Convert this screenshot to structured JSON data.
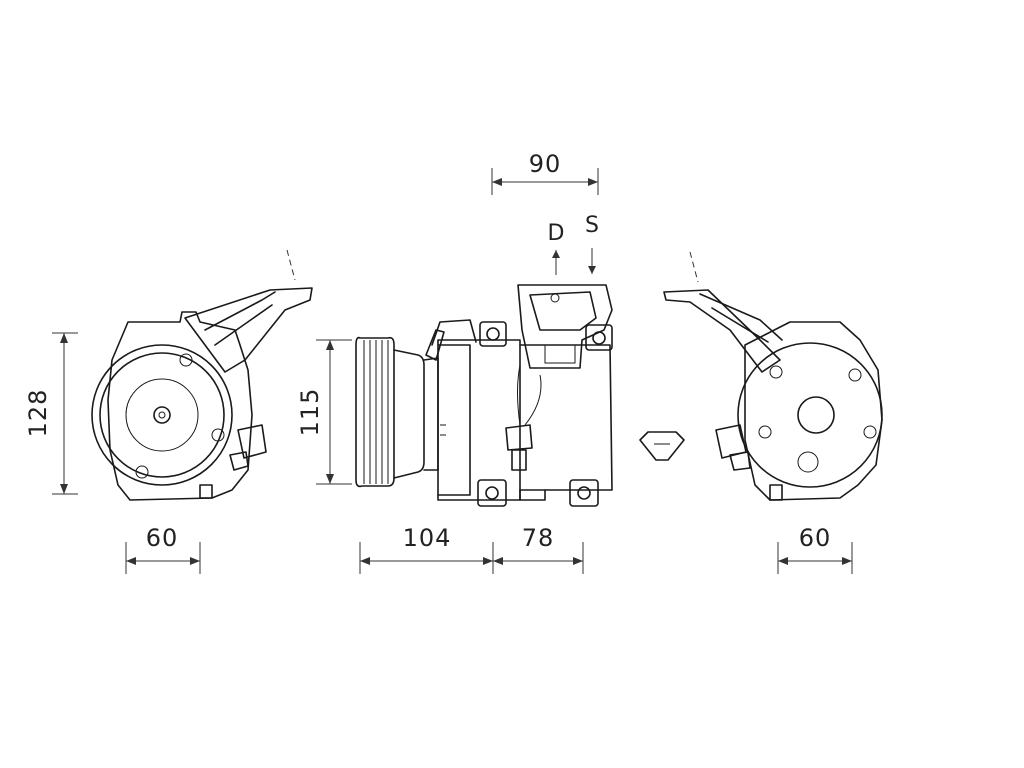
{
  "dimensions": {
    "top_width": "90",
    "left_height": "128",
    "center_height": "115",
    "left_width": "60",
    "center_width_a": "104",
    "center_width_b": "78",
    "right_width": "60"
  },
  "ports": {
    "discharge": "D",
    "suction": "S"
  },
  "colors": {
    "line": "#1a1a1a",
    "background": "#ffffff"
  }
}
